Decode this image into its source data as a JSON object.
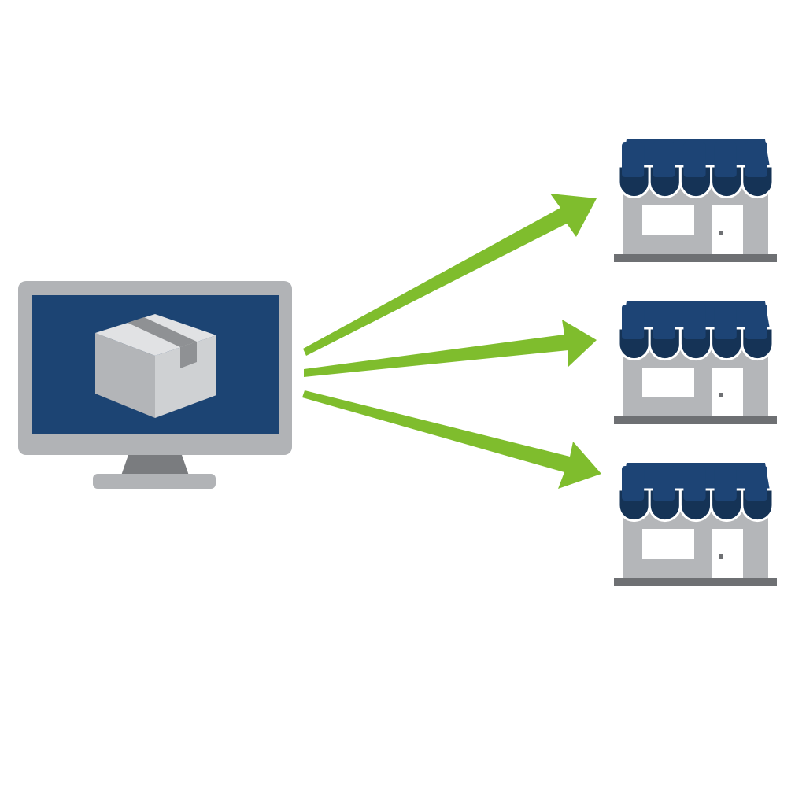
{
  "diagram": {
    "source": {
      "kind": "computer-monitor",
      "content_icon": "package-box-icon"
    },
    "targets": [
      {
        "kind": "storefront",
        "icon": "store-icon"
      },
      {
        "kind": "storefront",
        "icon": "store-icon"
      },
      {
        "kind": "storefront",
        "icon": "store-icon"
      }
    ],
    "connections": [
      {
        "from": "source",
        "to": 0
      },
      {
        "from": "source",
        "to": 1
      },
      {
        "from": "source",
        "to": 2
      }
    ]
  },
  "colors": {
    "background": "#ffffff",
    "monitor_frame": "#b1b3b6",
    "monitor_screen": "#1c4473",
    "monitor_stand": "#7a7c7f",
    "monitor_base": "#b1b3b6",
    "box_top": "#e1e2e4",
    "box_left": "#b3b5b8",
    "box_right": "#cfd1d3",
    "box_tape": "#8f9194",
    "arrow": "#7fbd2d",
    "awning": "#1d4475",
    "awning_dark": "#153356",
    "store_wall": "#b4b6b9",
    "store_window": "#ffffff",
    "store_base": "#6e7073"
  }
}
